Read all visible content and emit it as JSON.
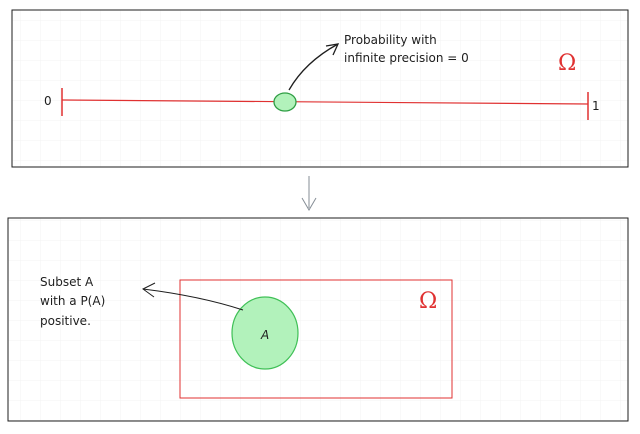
{
  "colors": {
    "panel_border": "#1e1e1e",
    "interval_line": "#e03131",
    "omega": "#e03131",
    "point_fill": "#b2f2bb",
    "point_stroke": "#2f9e44",
    "subset_fill": "#b2f2bb",
    "subset_stroke": "#40c057",
    "subset_label": "#e03131",
    "arrow": "#1e1e1e"
  },
  "top_panel": {
    "left_label": "0",
    "right_label": "1",
    "omega_label": "Ω",
    "annotation_line1": "Probability with",
    "annotation_line2": "infinite precision = 0"
  },
  "bottom_panel": {
    "omega_label": "Ω",
    "subset_label": "A",
    "note_line1": "Subset A",
    "note_line2": "with a P(A)",
    "note_line3": "positive."
  }
}
